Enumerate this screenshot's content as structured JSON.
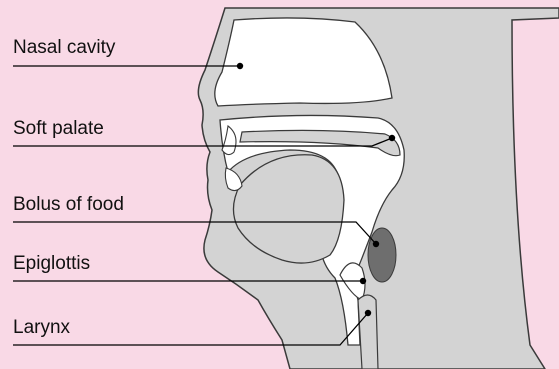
{
  "labels": {
    "nasal_cavity": "Nasal cavity",
    "soft_palate": "Soft palate",
    "bolus_of_food": "Bolus of food",
    "epiglottis": "Epiglottis",
    "larynx": "Larynx"
  },
  "colors": {
    "background": "#f9d9e6",
    "tissue": "#d3d3d3",
    "cavity": "#ffffff",
    "bolus": "#6e6e6e",
    "outline": "#3a3a3a"
  }
}
